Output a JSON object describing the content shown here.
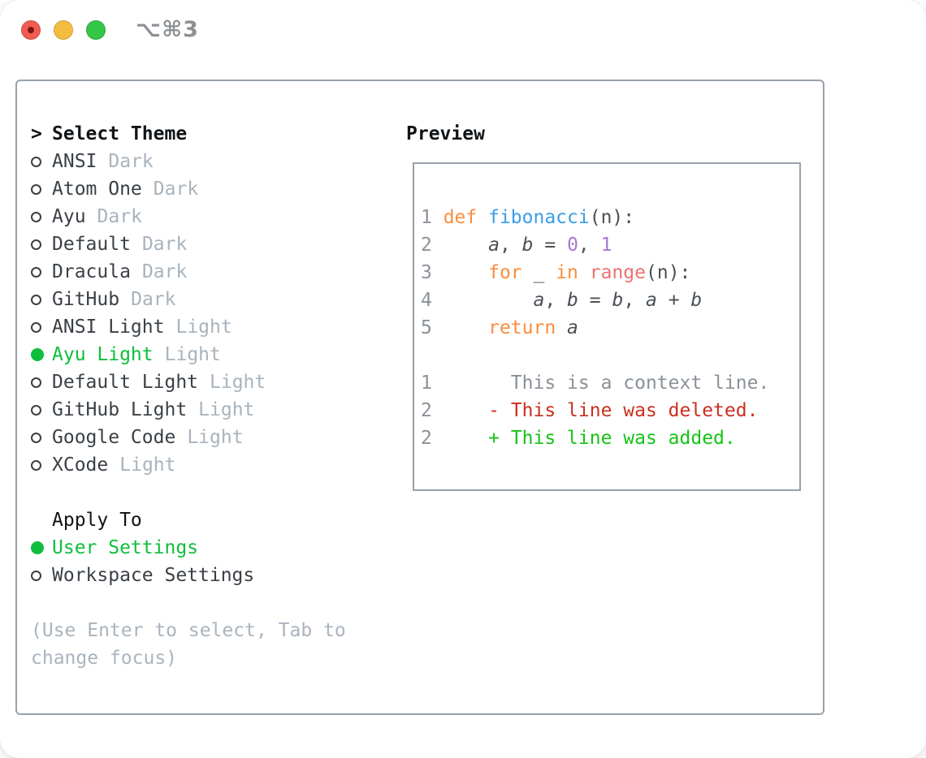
{
  "titlebar": {
    "title": "⌥⌘3"
  },
  "palette": {
    "selection_green": "#0fbe3d",
    "item_text": "#3a4046",
    "tag_text": "#a9b3bd",
    "help_text": "#aab4be",
    "border": "#98a1ab",
    "traffic_red": "#f15b51",
    "traffic_yellow": "#f5bd40",
    "traffic_green": "#34c748",
    "ln": "#8a9199",
    "kw": "#fa8d3e",
    "fn": "#399ee6",
    "tx": "#4a5056",
    "va": "#4a5056",
    "nu": "#a37acc",
    "sp": "#f07171",
    "ctx": "#8a9199",
    "del": "#c9301f",
    "add": "#15c315"
  },
  "theme_list": {
    "prompt": ">",
    "header": "Select Theme",
    "items": [
      {
        "name": "ANSI",
        "tag": "Dark",
        "selected": false
      },
      {
        "name": "Atom One",
        "tag": "Dark",
        "selected": false
      },
      {
        "name": "Ayu",
        "tag": "Dark",
        "selected": false
      },
      {
        "name": "Default",
        "tag": "Dark",
        "selected": false
      },
      {
        "name": "Dracula",
        "tag": "Dark",
        "selected": false
      },
      {
        "name": "GitHub",
        "tag": "Dark",
        "selected": false
      },
      {
        "name": "ANSI Light",
        "tag": "Light",
        "selected": false
      },
      {
        "name": "Ayu Light",
        "tag": "Light",
        "selected": true
      },
      {
        "name": "Default Light",
        "tag": "Light",
        "selected": false
      },
      {
        "name": "GitHub Light",
        "tag": "Light",
        "selected": false
      },
      {
        "name": "Google Code",
        "tag": "Light",
        "selected": false
      },
      {
        "name": "XCode",
        "tag": "Light",
        "selected": false
      }
    ]
  },
  "apply_to": {
    "header": "Apply To",
    "options": [
      {
        "label": "User Settings",
        "selected": true
      },
      {
        "label": "Workspace Settings",
        "selected": false
      }
    ]
  },
  "help_lines": [
    "(Use Enter to select, Tab to",
    "change focus)"
  ],
  "preview": {
    "header": "Preview",
    "lines": [
      [
        {
          "t": "1 ",
          "c": "ln"
        },
        {
          "t": "def ",
          "c": "kw"
        },
        {
          "t": "fibonacci",
          "c": "fn"
        },
        {
          "t": "(n):",
          "c": "tx"
        }
      ],
      [
        {
          "t": "2 ",
          "c": "ln"
        },
        {
          "t": "    ",
          "c": "tx"
        },
        {
          "t": "a",
          "c": "va"
        },
        {
          "t": ", ",
          "c": "tx"
        },
        {
          "t": "b",
          "c": "va"
        },
        {
          "t": " = ",
          "c": "tx"
        },
        {
          "t": "0",
          "c": "nu"
        },
        {
          "t": ", ",
          "c": "tx"
        },
        {
          "t": "1",
          "c": "nu"
        }
      ],
      [
        {
          "t": "3 ",
          "c": "ln"
        },
        {
          "t": "    ",
          "c": "tx"
        },
        {
          "t": "for",
          "c": "kw"
        },
        {
          "t": " _ ",
          "c": "tx"
        },
        {
          "t": "in",
          "c": "kw"
        },
        {
          "t": " ",
          "c": "tx"
        },
        {
          "t": "range",
          "c": "sp"
        },
        {
          "t": "(n):",
          "c": "tx"
        }
      ],
      [
        {
          "t": "4 ",
          "c": "ln"
        },
        {
          "t": "        ",
          "c": "tx"
        },
        {
          "t": "a",
          "c": "va"
        },
        {
          "t": ", ",
          "c": "tx"
        },
        {
          "t": "b",
          "c": "va"
        },
        {
          "t": " = ",
          "c": "tx"
        },
        {
          "t": "b",
          "c": "va"
        },
        {
          "t": ", ",
          "c": "tx"
        },
        {
          "t": "a",
          "c": "va"
        },
        {
          "t": " + ",
          "c": "tx"
        },
        {
          "t": "b",
          "c": "va"
        }
      ],
      [
        {
          "t": "5 ",
          "c": "ln"
        },
        {
          "t": "    ",
          "c": "tx"
        },
        {
          "t": "return",
          "c": "kw"
        },
        {
          "t": " ",
          "c": "tx"
        },
        {
          "t": "a",
          "c": "va"
        }
      ],
      [],
      [
        {
          "t": "1",
          "c": "ln"
        },
        {
          "t": "       ",
          "c": "tx"
        },
        {
          "t": "This is a context line.",
          "c": "ctx"
        }
      ],
      [
        {
          "t": "2",
          "c": "ln"
        },
        {
          "t": "     ",
          "c": "tx"
        },
        {
          "t": "- ",
          "c": "del"
        },
        {
          "t": "This line was deleted.",
          "c": "del"
        }
      ],
      [
        {
          "t": "2",
          "c": "ln"
        },
        {
          "t": "     ",
          "c": "tx"
        },
        {
          "t": "+ ",
          "c": "add"
        },
        {
          "t": "This line was added.",
          "c": "add"
        }
      ]
    ]
  }
}
